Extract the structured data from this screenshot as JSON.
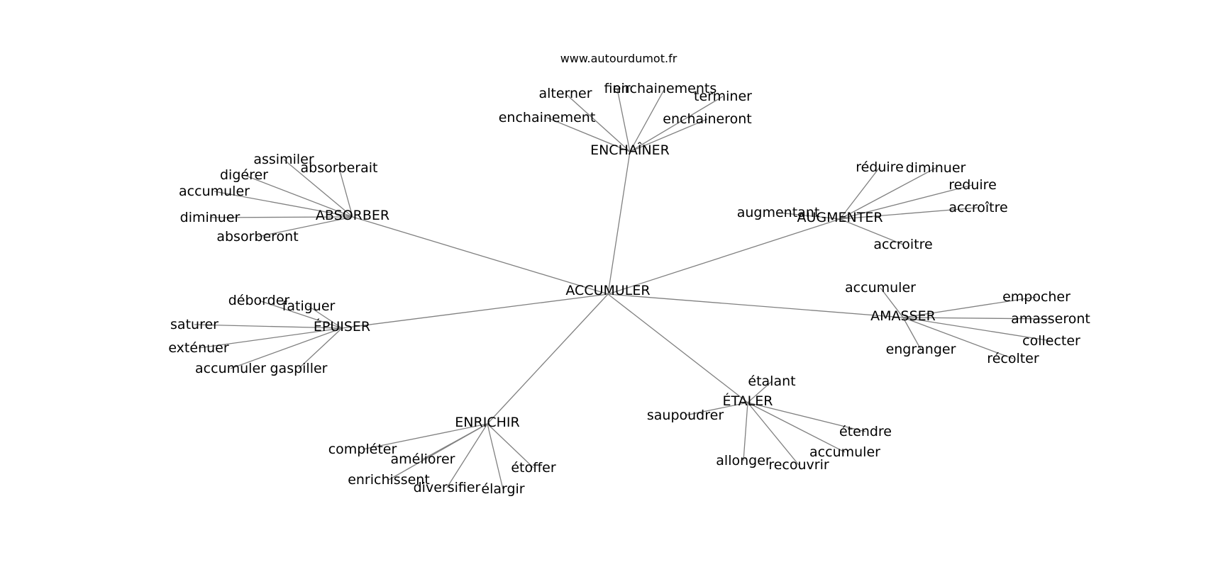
{
  "site": "www.autourdumot.fr",
  "center": "ACCUMULER",
  "groups": [
    {
      "id": "absorber",
      "label": "ABSORBER",
      "leaves": [
        "assimiler",
        "absorberait",
        "digérer",
        "accumuler",
        "diminuer",
        "absorberont"
      ]
    },
    {
      "id": "enchainer",
      "label": "ENCHAÎNER",
      "leaves": [
        "alterner",
        "finir",
        "enchainements",
        "terminer",
        "enchainement",
        "enchaineront"
      ]
    },
    {
      "id": "augmenter",
      "label": "AUGMENTER",
      "leaves": [
        "réduire",
        "diminuer",
        "reduire",
        "augmentant",
        "accroître",
        "accroitre"
      ]
    },
    {
      "id": "amasser",
      "label": "AMASSER",
      "leaves": [
        "accumuler",
        "empocher",
        "amasseront",
        "collecter",
        "engranger",
        "récolter"
      ]
    },
    {
      "id": "epuiser",
      "label": "ÉPUISER",
      "leaves": [
        "déborder",
        "fatiguer",
        "saturer",
        "exténuer",
        "accumuler",
        "gaspiller"
      ]
    },
    {
      "id": "etaler",
      "label": "ÉTALER",
      "leaves": [
        "étalant",
        "saupoudrer",
        "étendre",
        "accumuler",
        "allonger",
        "recouvrir"
      ]
    },
    {
      "id": "enrichir",
      "label": "ENRICHIR",
      "leaves": [
        "compléter",
        "améliorer",
        "enrichissent",
        "étoffer",
        "diversifier",
        "élargir"
      ]
    }
  ]
}
